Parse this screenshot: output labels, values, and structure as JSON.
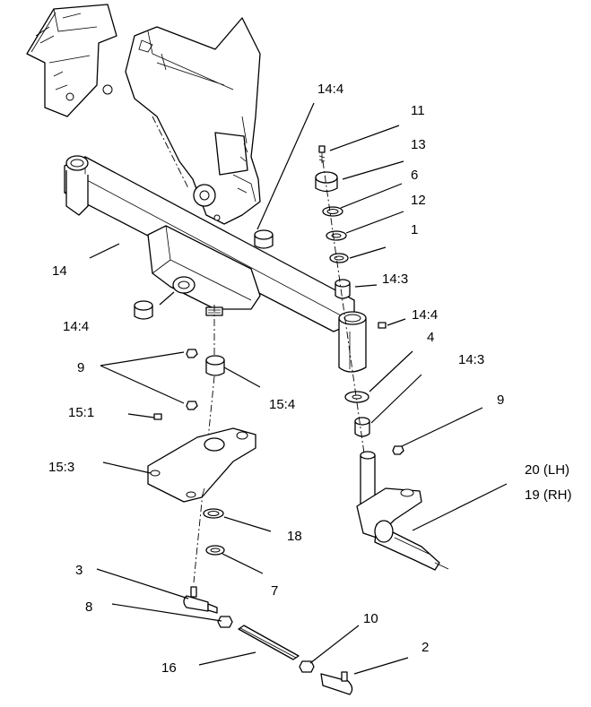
{
  "callouts": {
    "c14_4_top": "14:4",
    "c11": "11",
    "c13": "13",
    "c6": "6",
    "c12": "12",
    "c1": "1",
    "c14_3_top": "14:3",
    "c14": "14",
    "c14_4_right": "14:4",
    "c14_4_left": "14:4",
    "c4": "4",
    "c14_3_mid": "14:3",
    "c9_left": "9",
    "c9_right": "9",
    "c15_4": "15:4",
    "c15_1": "15:1",
    "c15_3": "15:3",
    "c20": "20 (LH)",
    "c19": "19 (RH)",
    "c18": "18",
    "c3": "3",
    "c7": "7",
    "c8": "8",
    "c10": "10",
    "c2": "2",
    "c16": "16"
  }
}
